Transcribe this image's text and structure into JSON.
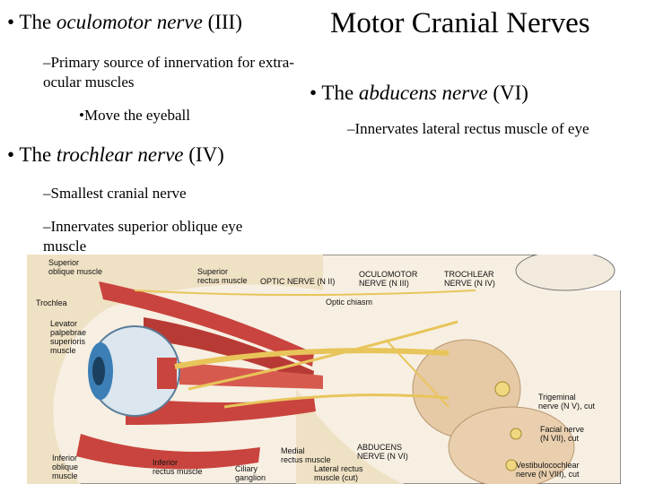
{
  "slide": {
    "title": "Motor Cranial Nerves",
    "left_bullets": {
      "oculomotor": {
        "bullet": "•",
        "prefix": "The ",
        "nerve": "oculomotor nerve",
        "numeral": " (III)"
      },
      "oculomotor_sub": "–Primary source of innervation for extra-ocular muscles",
      "oculomotor_subsub": "•Move the eyeball",
      "trochlear": {
        "bullet": "•",
        "prefix": "The ",
        "nerve": "trochlear nerve",
        "numeral": " (IV)"
      },
      "trochlear_sub1": "–Smallest cranial nerve",
      "trochlear_sub2": "–Innervates superior oblique eye muscle"
    },
    "right_bullets": {
      "abducens": {
        "bullet": "•",
        "prefix": "The ",
        "nerve": "abducens nerve",
        "numeral": " (VI)"
      },
      "abducens_sub": "–Innervates lateral rectus muscle of eye"
    }
  },
  "figure": {
    "labels": {
      "superior_oblique": [
        "Superior",
        "oblique muscle"
      ],
      "trochlea": "Trochlea",
      "levator": [
        "Levator",
        "palpebrae",
        "superioris",
        "muscle"
      ],
      "superior_rectus": [
        "Superior",
        "rectus muscle"
      ],
      "optic_nerve": "OPTIC NERVE (N II)",
      "oculomotor_nerve": [
        "OCULOMOTOR",
        "NERVE (N III)"
      ],
      "trochlear_nerve": [
        "TROCHLEAR",
        "NERVE (N IV)"
      ],
      "optic_chiasm": "Optic chiasm",
      "trigeminal": [
        "Trigeminal",
        "nerve (N V), cut"
      ],
      "facial": [
        "Facial nerve",
        "(N VII), cut"
      ],
      "vestibulocochlear": [
        "Vestibulocochlear",
        "nerve (N VIII), cut"
      ],
      "inferior_oblique": [
        "Inferior",
        "oblique",
        "muscle"
      ],
      "inferior_rectus": [
        "Inferior",
        "rectus muscle"
      ],
      "ciliary": [
        "Ciliary",
        "ganglion"
      ],
      "medial_rectus": [
        "Medial",
        "rectus muscle"
      ],
      "lateral_rectus": [
        "Lateral rectus",
        "muscle (cut)"
      ],
      "abducens_nerve": [
        "ABDUCENS",
        "NERVE (N VI)"
      ]
    },
    "colors": {
      "muscle": "#c9443e",
      "nerve": "#e8c55a",
      "eye": "#3c7fb6",
      "bone": "#efe1c4",
      "brain": "#e6c9a5"
    }
  }
}
